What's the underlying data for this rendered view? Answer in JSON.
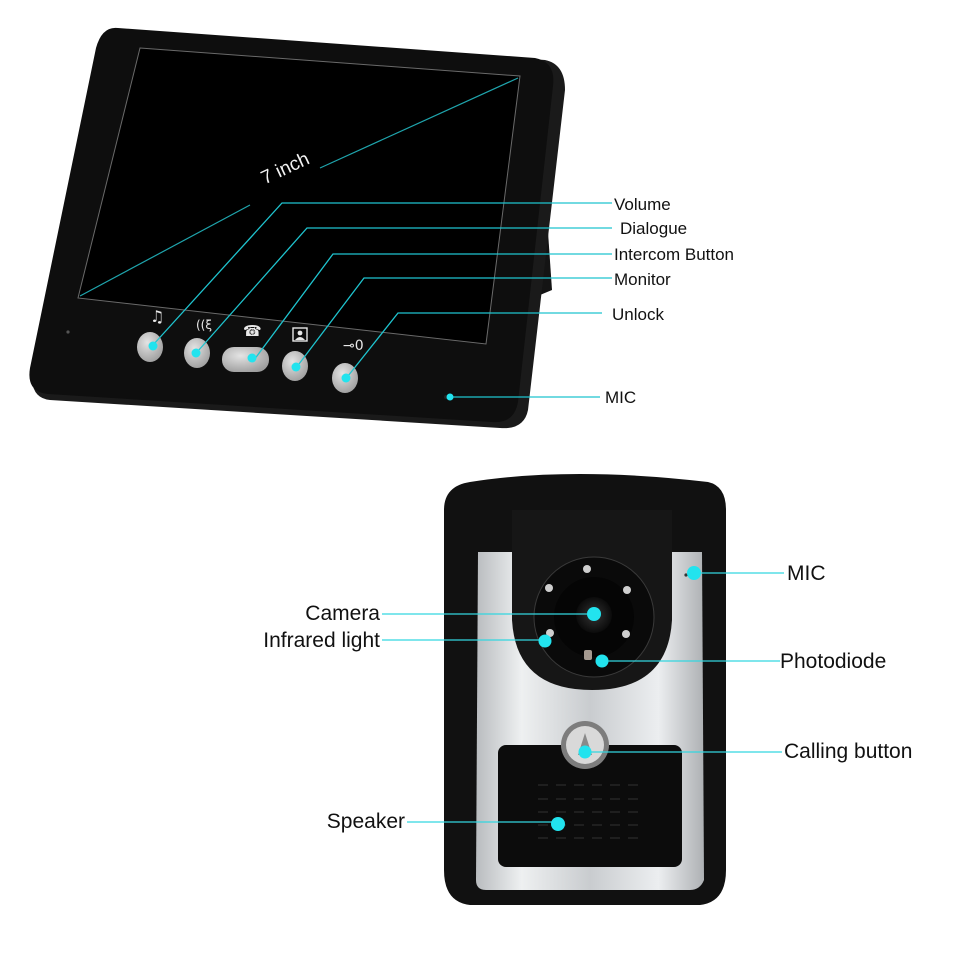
{
  "colors": {
    "callout": "#33d6e0",
    "callout_dim": "#1fa5ad",
    "device_black": "#0d0d0d",
    "screen": "#000000",
    "button_gray": "#c8c8c8",
    "panel_silver": "#d4d6d8",
    "label_text": "#111111"
  },
  "monitor": {
    "screen_size_label": "7 inch",
    "buttons": [
      {
        "id": "volume",
        "icon": "music-note-icon",
        "label": "Volume"
      },
      {
        "id": "dialogue",
        "icon": "talk-icon",
        "label": "Dialogue"
      },
      {
        "id": "intercom",
        "icon": "phone-handset-icon",
        "label": "Intercom Button"
      },
      {
        "id": "monitor",
        "icon": "portrait-icon",
        "label": "Monitor"
      },
      {
        "id": "unlock",
        "icon": "key-icon",
        "label": "Unlock"
      }
    ],
    "mic_label": "MIC"
  },
  "doorbell": {
    "left_labels": {
      "camera": "Camera",
      "infrared": "Infrared light",
      "speaker": "Speaker"
    },
    "right_labels": {
      "mic": "MIC",
      "photodiode": "Photodiode",
      "calling": "Calling button"
    }
  }
}
